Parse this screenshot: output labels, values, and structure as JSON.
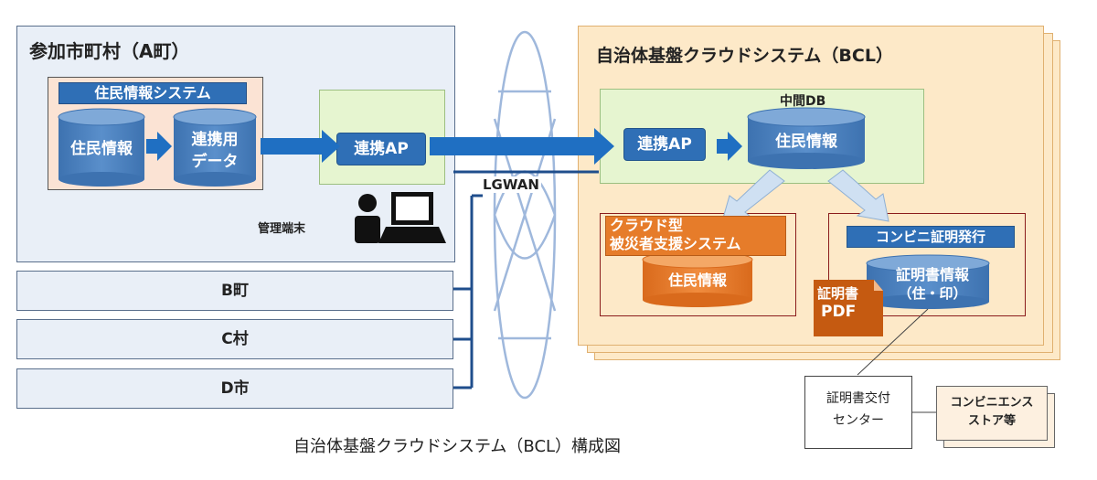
{
  "panel_a": {
    "title": "参加市町村（A町）",
    "residence_system": "住民情報システム",
    "db_resident": "住民情報",
    "db_link_1": "連携用",
    "db_link_2": "データ",
    "link_ap": "連携AP",
    "terminal": "管理端末"
  },
  "towns": [
    "B町",
    "C村",
    "D市"
  ],
  "network": {
    "label": "LGWAN"
  },
  "bcl": {
    "title": "自治体基盤クラウドシステム（BCL）",
    "link_ap": "連携AP",
    "middle_db_label": "中間DB",
    "middle_db": "住民情報",
    "relief_label_1": "クラウド型",
    "relief_label_2": "被災者支援システム",
    "relief_db": "住民情報",
    "conveni_label": "コンビニ証明発行",
    "cert_db_1": "証明書情報",
    "cert_db_2": "（住・印）",
    "pdf_1": "証明書",
    "pdf_2": "PDF"
  },
  "center": {
    "line1": "証明書交付",
    "line2": "センター"
  },
  "store": {
    "line1": "コンビニエンス",
    "line2": "ストア等"
  },
  "caption": "自治体基盤クラウドシステム（BCL）構成図",
  "colors": {
    "blue": "#2f6fb6",
    "orange": "#e67c2a",
    "green_area": "#e6f5d0",
    "bcl_bg": "#fde9c8",
    "network_line": "#1f4e8c"
  }
}
